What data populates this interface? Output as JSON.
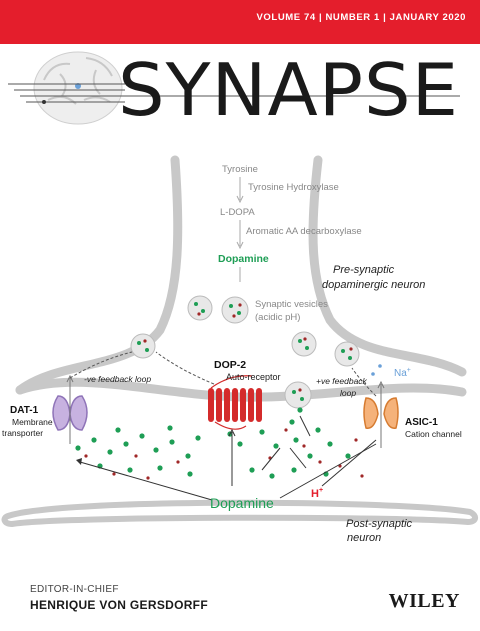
{
  "header": {
    "issue_line": "VOLUME 74 | NUMBER 1 | JANUARY 2020",
    "journal_title": "SYNAPSE",
    "red_color": "#e41e2c"
  },
  "figure": {
    "pathway": {
      "tyrosine": "Tyrosine",
      "enzyme1": "Tyrosine Hydroxylase",
      "ldopa": "L-DOPA",
      "enzyme2": "Aromatic AA decarboxylase",
      "dopamine": "Dopamine"
    },
    "vesicles_label": [
      "Synaptic vesicles",
      "(acidic pH)"
    ],
    "presynaptic_label": [
      "Pre-synaptic",
      "dopaminergic neuron"
    ],
    "postsynaptic_label": [
      "Post-synaptic",
      "neuron"
    ],
    "dop2": {
      "name": "DOP-2",
      "desc": "Auto-receptor"
    },
    "dat1": {
      "name": "DAT-1",
      "desc": [
        "Membrane",
        "transporter"
      ]
    },
    "asic1": {
      "name": "ASIC-1",
      "desc": "Cation channel"
    },
    "neg_feedback": "-ve feedback loop",
    "pos_feedback": [
      "+ve feedback",
      "loop"
    ],
    "sodium": {
      "base": "Na",
      "charge": "+"
    },
    "proton": {
      "base": "H",
      "charge": "+"
    },
    "dopamine_bottom": "Dopamine",
    "colors": {
      "dopamine_green": "#1e9e55",
      "proton_red": "#e41e2c",
      "receptor_red": "#d42b2b",
      "dat_purple": "#b49ad0",
      "asic_orange": "#f0a060",
      "sodium_blue": "#6aa0d8",
      "membrane_gray": "#c8c8c8"
    }
  },
  "footer": {
    "editor_role": "EDITOR-IN-CHIEF",
    "editor_name": "HENRIQUE VON GERSDORFF",
    "publisher": "WILEY"
  }
}
